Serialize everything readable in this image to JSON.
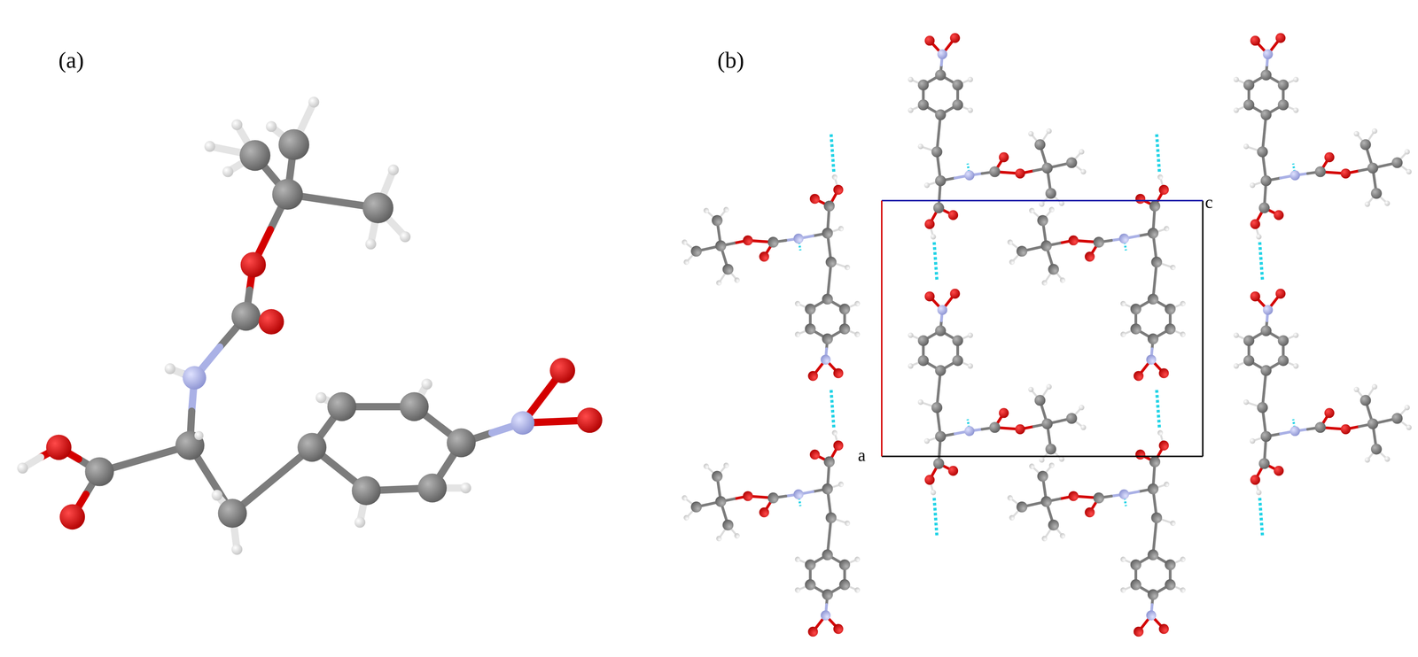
{
  "diagram": {
    "labels": [
      "(a)",
      "(b)",
      "c",
      "a"
    ]
  }
}
